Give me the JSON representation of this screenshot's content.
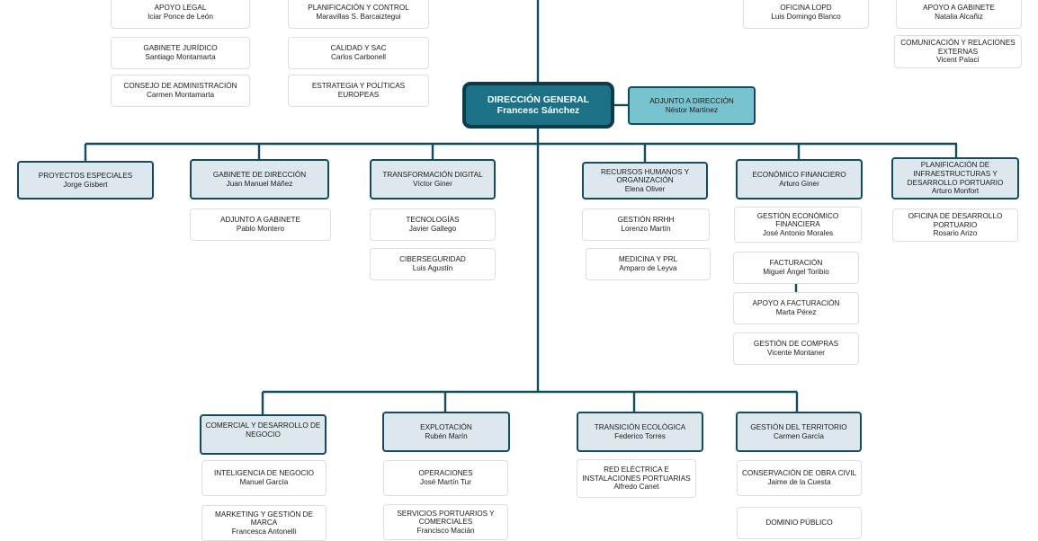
{
  "main": {
    "title": "DIRECCIÓN GENERAL",
    "name": "Francesc Sánchez"
  },
  "adjunto": {
    "title": "ADJUNTO A DIRECCIÓN",
    "name": "Néstor Martínez"
  },
  "top_left": [
    {
      "title": "APOYO LEGAL",
      "name": "Iciar Ponce de León"
    },
    {
      "title": "GABINETE JURÍDICO",
      "name": "Santiago Montamarta"
    },
    {
      "title": "CONSEJO DE ADMINISTRACIÓN",
      "name": "Carmen Montamarta"
    }
  ],
  "top_center": [
    {
      "title": "PLANIFICACIÓN Y CONTROL",
      "name": "Maravillas S. Barcaiztegui"
    },
    {
      "title": "CALIDAD Y SAC",
      "name": "Carlos Carbonell"
    },
    {
      "title": "ESTRATEGIA Y POLÍTICAS EUROPEAS",
      "name": ""
    }
  ],
  "top_right": [
    {
      "title": "OFICINA LOPD",
      "name": "Luis Domingo Blanco"
    },
    {
      "title": "APOYO A GABINETE",
      "name": "Natalia Alcañiz"
    },
    {
      "title": "COMUNICACIÓN Y RELACIONES EXTERNAS",
      "name": "Vicent Palací"
    }
  ],
  "departments": [
    {
      "title": "PROYECTOS ESPECIALES",
      "name": "Jorge Gisbert",
      "children": []
    },
    {
      "title": "GABINETE DE DIRECCIÓN",
      "name": "Juan Manuel Máñez",
      "children": [
        {
          "title": "ADJUNTO A GABINETE",
          "name": "Pablo Montero"
        }
      ]
    },
    {
      "title": "TRANSFORMACIÓN DIGITAL",
      "name": "Víctor Giner",
      "children": [
        {
          "title": "TECNOLOGÍAS",
          "name": "Javier Gallego"
        },
        {
          "title": "CIBERSEGURIDAD",
          "name": "Luis Agustín"
        }
      ]
    },
    {
      "title": "RECURSOS HUMANOS Y ORGANIZACIÓN",
      "name": "Elena Oliver",
      "children": [
        {
          "title": "GESTIÓN RRHH",
          "name": "Lorenzo Martín"
        },
        {
          "title": "MEDICINA Y PRL",
          "name": "Amparo de Leyva"
        }
      ]
    },
    {
      "title": "ECONÓMICO FINANCIERO",
      "name": "Arturo Giner",
      "children": [
        {
          "title": "GESTIÓN ECONÓMICO FINANCIERA",
          "name": "José Antonio Morales"
        },
        {
          "title": "FACTURACIÓN",
          "name": "Miguel Ángel Toribio"
        },
        {
          "title": "APOYO A FACTURACIÓN",
          "name": "Marta Pérez"
        },
        {
          "title": "GESTIÓN DE COMPRAS",
          "name": "Vicente Montaner"
        }
      ]
    },
    {
      "title": "PLANIFICACIÓN DE INFRAESTRUCTURAS Y DESARROLLO PORTUARIO",
      "name": "Arturo Monfort",
      "children": [
        {
          "title": "OFICINA DE DESARROLLO PORTUARIO",
          "name": "Rosario Arizo"
        }
      ]
    }
  ],
  "lower": [
    {
      "title": "COMERCIAL Y DESARROLLO DE NEGOCIO",
      "name": "",
      "children": [
        {
          "title": "INTELIGENCIA DE NEGOCIO",
          "name": "Manuel García"
        },
        {
          "title": "MARKETING Y GESTIÓN DE MARCA",
          "name": "Francesca Antonelli"
        }
      ]
    },
    {
      "title": "EXPLOTACIÓN",
      "name": "Rubén Marín",
      "children": [
        {
          "title": "OPERACIONES",
          "name": "José Martín Tur"
        },
        {
          "title": "SERVICIOS PORTUARIOS Y COMERCIALES",
          "name": "Francisco Macián"
        }
      ]
    },
    {
      "title": "TRANSICIÓN ECOLÓGICA",
      "name": "Federico Torres",
      "children": [
        {
          "title": "RED ELÉCTRICA E INSTALACIONES PORTUARIAS",
          "name": "Alfredo Canet"
        }
      ]
    },
    {
      "title": "GESTIÓN DEL TERRITORIO",
      "name": "Carmen García",
      "children": [
        {
          "title": "CONSERVACIÓN DE OBRA CIVIL",
          "name": "Jaime de la Cuesta"
        },
        {
          "title": "DOMINIO PÚBLICO",
          "name": ""
        }
      ]
    }
  ],
  "colors": {
    "line": "#134c5e",
    "dept_fill": "#dce8ee",
    "main_fill": "#1d7186",
    "adjunto_fill": "#78c3d0"
  }
}
